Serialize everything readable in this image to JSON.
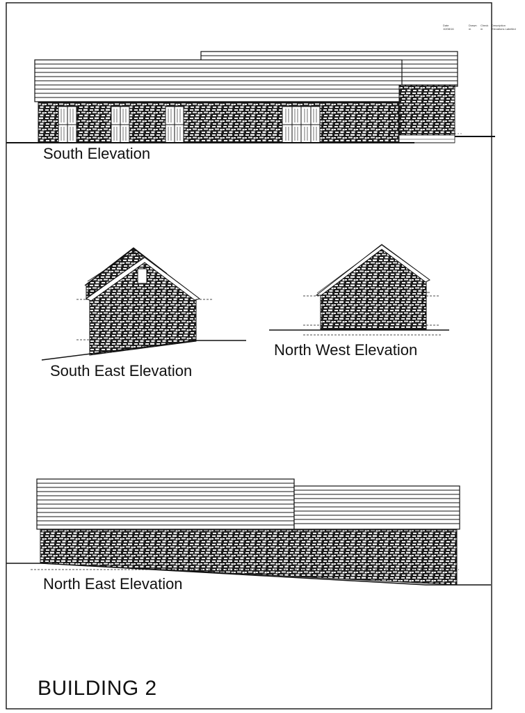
{
  "drawing": {
    "title": "BUILDING 2",
    "elevations": [
      {
        "id": "south",
        "label": "South Elevation"
      },
      {
        "id": "south-east",
        "label": "South East  Elevation"
      },
      {
        "id": "north-west",
        "label": "North West  Elevation"
      },
      {
        "id": "north-east",
        "label": "North East Elevation"
      }
    ],
    "title_block": {
      "date_label": "Date",
      "date_value": "10/08/16",
      "drawn_label": "Drawn",
      "drawn_value": "m",
      "check_label": "Check",
      "check_value": "m",
      "description_label": "Description",
      "description_value": "Elevations Labelled"
    },
    "materials": [
      "stone-wall",
      "profiled-sheet-roof",
      "timber-door"
    ],
    "colors": {
      "line": "#111111",
      "stone_dark": "#1c1c1c",
      "stone_light": "#f4f4f4",
      "paper": "#ffffff"
    }
  }
}
